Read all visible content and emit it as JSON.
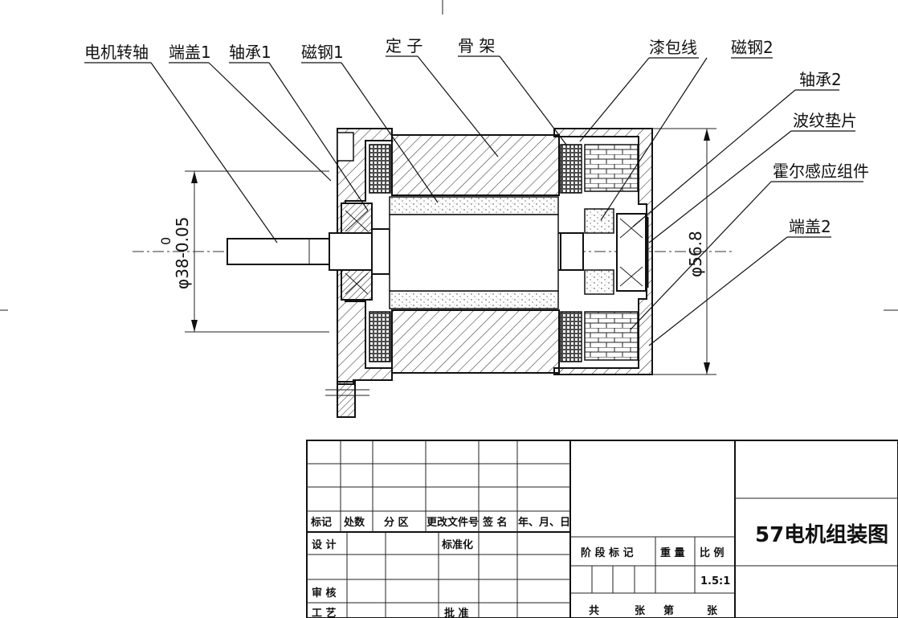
{
  "labels": {
    "shaft": "电机转轴",
    "end_cap_1": "端盖1",
    "bearing_1": "轴承1",
    "magnet_1": "磁钢1",
    "stator": "定 子",
    "frame": "骨 架",
    "enameled_wire": "漆包线",
    "magnet_2": "磁钢2",
    "bearing_2": "轴承2",
    "wave_washer": "波纹垫片",
    "hall_sensor": "霍尔感应组件",
    "end_cap_2": "端盖2"
  },
  "dimensions": {
    "left_diameter": "φ38-0.05",
    "left_tolerance_upper": "0",
    "right_diameter": "φ56.8"
  },
  "title_block": {
    "rev_headers": [
      "标记",
      "处数",
      "分 区",
      "更改文件号",
      "签 名",
      "年、月、日"
    ],
    "design": "设 计",
    "standardization": "标准化",
    "review": "审 核",
    "process": "工 艺",
    "approve": "批 准",
    "stage_mark": "阶 段 标 记",
    "weight": "重 量",
    "scale_label": "比 例",
    "scale": "1.5:1",
    "total": "共",
    "sheets": "张",
    "page_no": "第",
    "sheets2": "张",
    "title": "57电机组装图"
  }
}
